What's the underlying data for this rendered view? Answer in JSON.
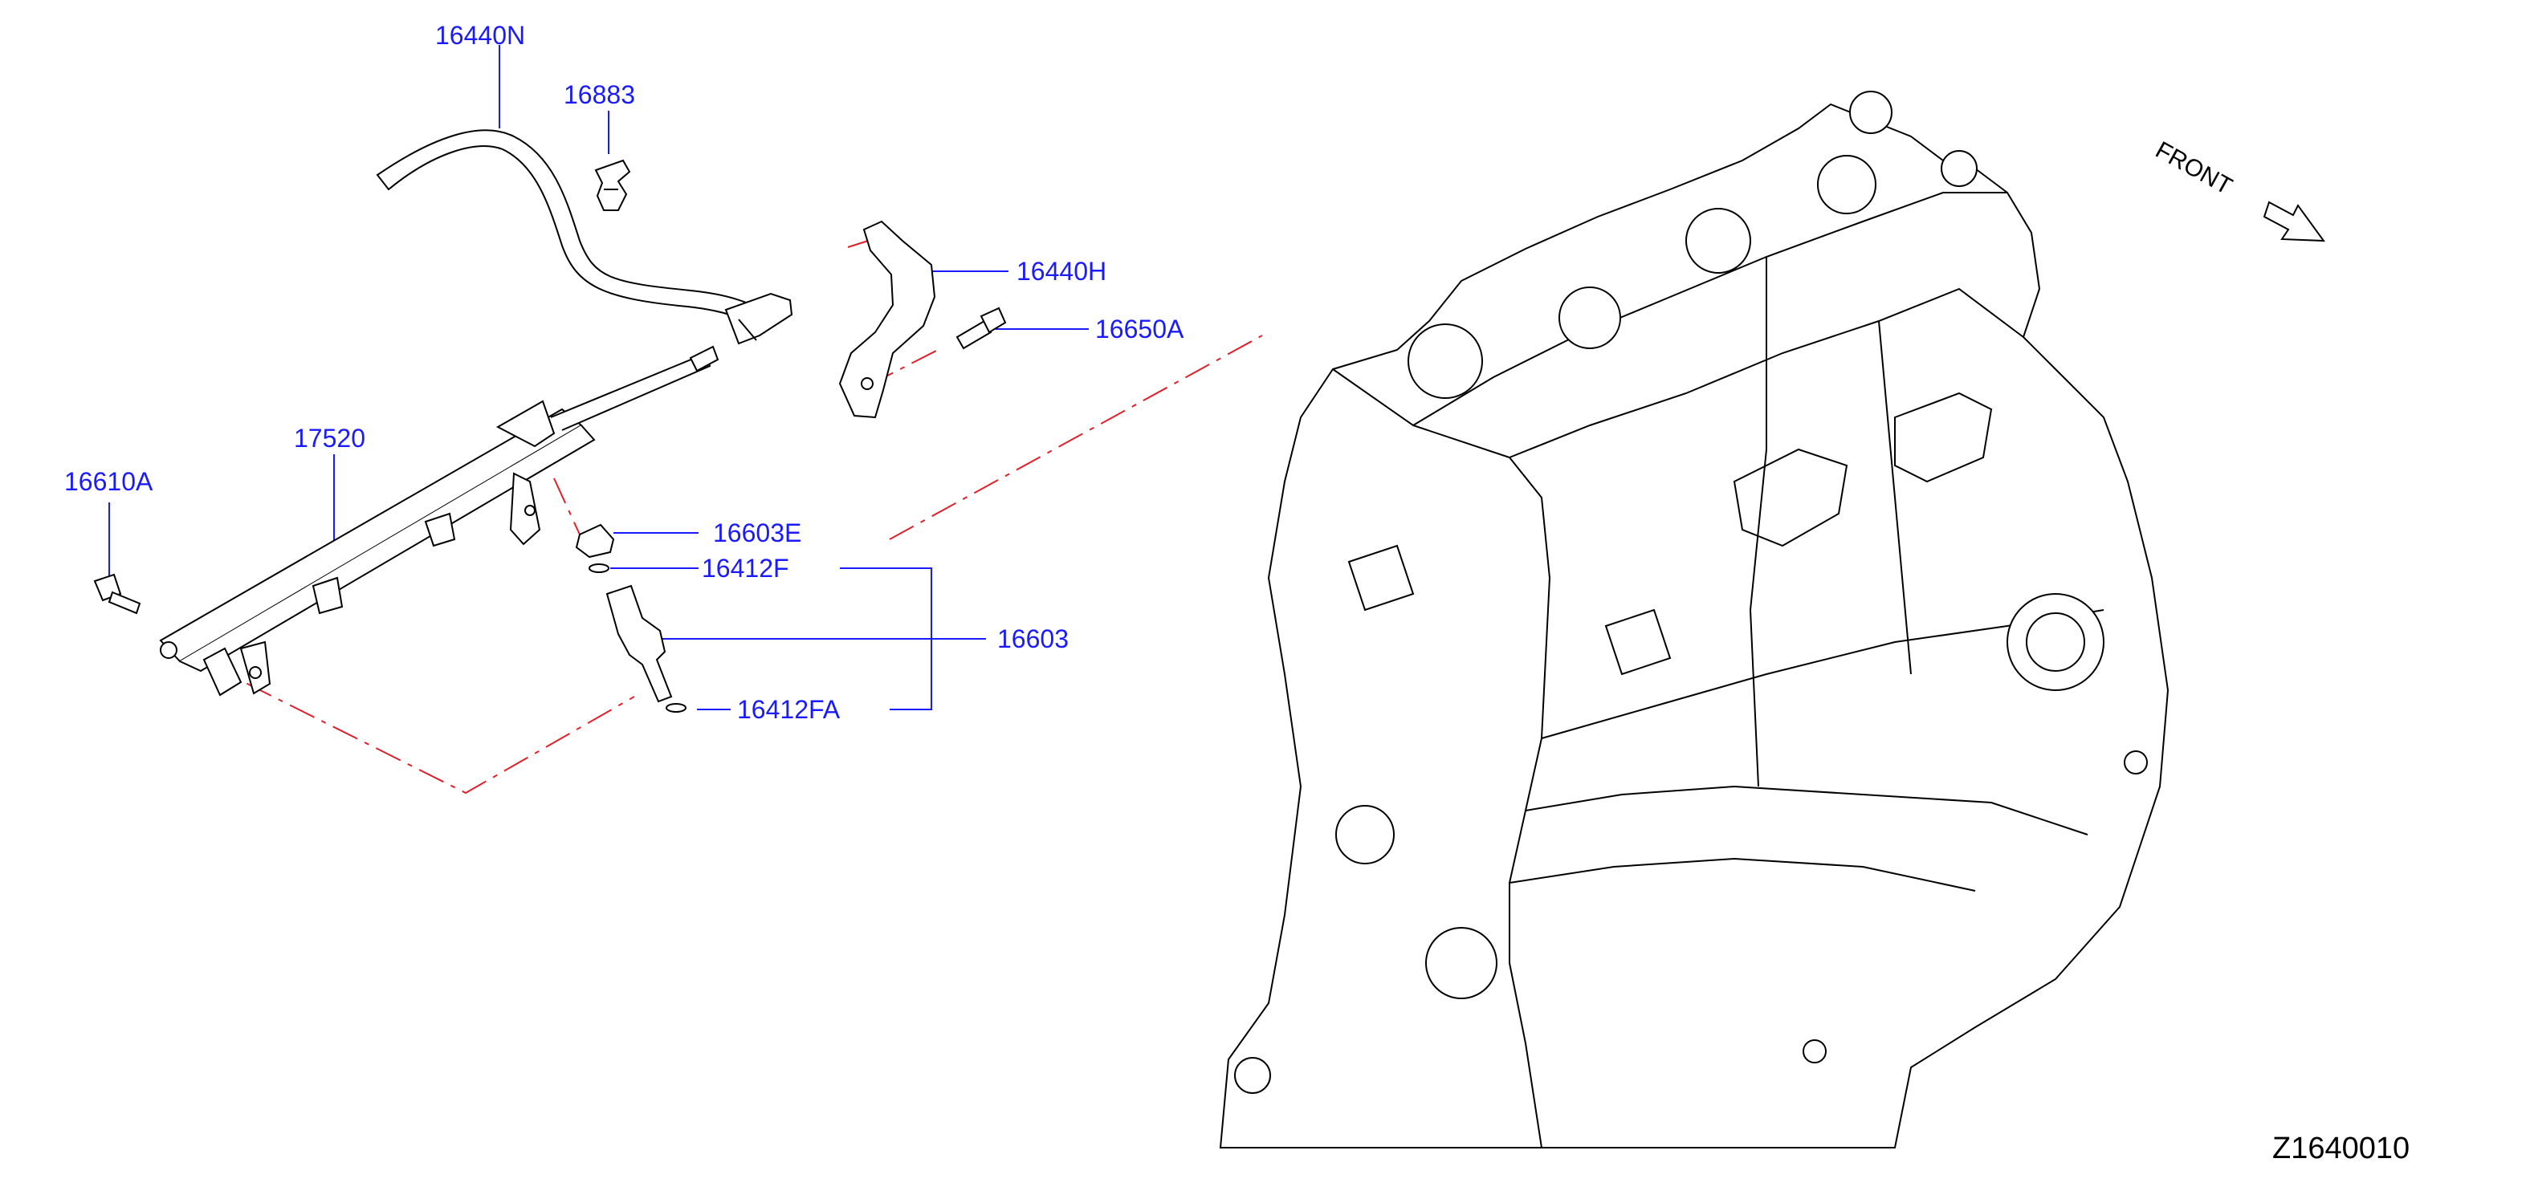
{
  "diagram": {
    "front_label": "FRONT",
    "reference_code": "Z1640010",
    "parts": [
      {
        "id": "p-16440n",
        "number": "16440N"
      },
      {
        "id": "p-16883",
        "number": "16883"
      },
      {
        "id": "p-16440h",
        "number": "16440H"
      },
      {
        "id": "p-16650a",
        "number": "16650A"
      },
      {
        "id": "p-17520",
        "number": "17520"
      },
      {
        "id": "p-16610a",
        "number": "16610A"
      },
      {
        "id": "p-16603e",
        "number": "16603E"
      },
      {
        "id": "p-16412f",
        "number": "16412F"
      },
      {
        "id": "p-16603",
        "number": "16603"
      },
      {
        "id": "p-16412fa",
        "number": "16412FA"
      }
    ],
    "colors": {
      "label": "#1a1aff",
      "leader": "#1a1aff",
      "dash": "#e0202a",
      "line": "#000000"
    }
  }
}
